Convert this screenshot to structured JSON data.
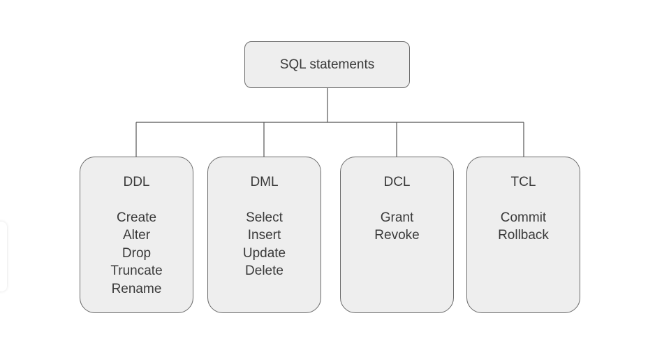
{
  "diagram": {
    "root": {
      "label": "SQL statements"
    },
    "categories": [
      {
        "id": "ddl",
        "title": "DDL",
        "items": [
          "Create",
          "Alter",
          "Drop",
          "Truncate",
          "Rename"
        ]
      },
      {
        "id": "dml",
        "title": "DML",
        "items": [
          "Select",
          "Insert",
          "Update",
          "Delete"
        ]
      },
      {
        "id": "dcl",
        "title": "DCL",
        "items": [
          "Grant",
          "Revoke"
        ]
      },
      {
        "id": "tcl",
        "title": "TCL",
        "items": [
          "Commit",
          "Rollback"
        ]
      }
    ],
    "colors": {
      "box_fill": "#eeeeee",
      "box_border": "#6b6b6b",
      "connector": "#555555",
      "text": "#3a3a3a"
    }
  }
}
